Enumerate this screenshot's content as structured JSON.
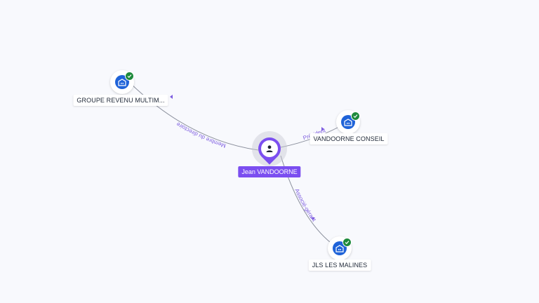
{
  "person": {
    "name": "Jean VANDOORNE",
    "icon": "person-icon",
    "color": "#7b4ef0"
  },
  "companies": [
    {
      "name": "GROUPE REVENU MULTIM...",
      "icon": "building-icon",
      "verified": true
    },
    {
      "name": "VANDOORNE CONSEIL",
      "icon": "building-icon",
      "verified": true
    },
    {
      "name": "JLS LES MALINES",
      "icon": "building-icon",
      "verified": true
    }
  ],
  "relations": [
    {
      "label": "Membre du directoire"
    },
    {
      "label": "Président"
    },
    {
      "label": "Associé-gérant"
    }
  ],
  "colors": {
    "company_disc": "#1f63d8",
    "verified_badge": "#1e8a3c",
    "edge": "#8a8f9c",
    "edge_label": "#7d5ce0"
  }
}
